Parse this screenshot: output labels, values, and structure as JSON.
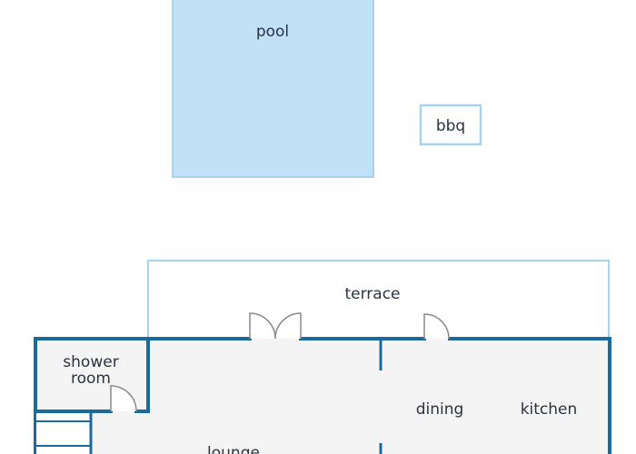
{
  "labels": {
    "pool": "pool",
    "bbq": "bbq",
    "terrace": "terrace",
    "shower_line1": "shower",
    "shower_line2": "room",
    "dining": "dining",
    "kitchen": "kitchen",
    "lounge": "lounge"
  },
  "colors": {
    "wall": "#1a6a9c",
    "pool_fill": "#c2e1f6",
    "light_outline": "#a6d4ee",
    "floor": "#f4f4f4",
    "door": "#8a8a8a",
    "text": "#2a3340"
  }
}
